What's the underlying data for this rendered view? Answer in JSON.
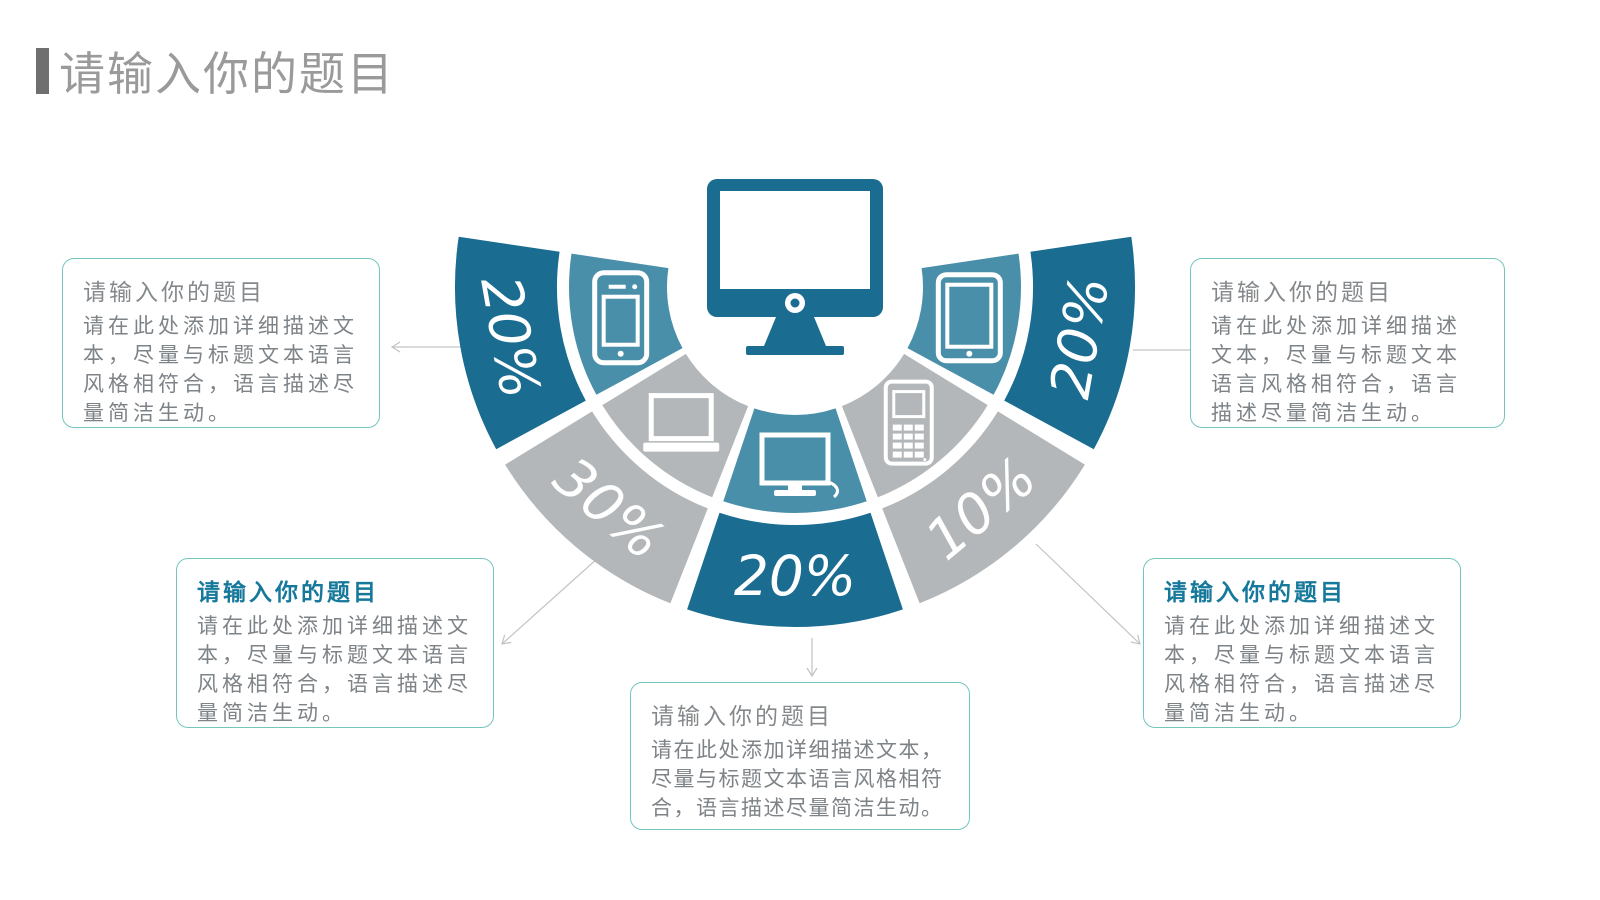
{
  "header": {
    "title": "请输入你的题目"
  },
  "colors": {
    "teal_dark": "#1a6c91",
    "teal_medium": "#4a8fa9",
    "gray": "#b4b7b9",
    "white": "#ffffff",
    "box_border": "#74c6bd",
    "box_title_gray": "#85898c",
    "box_title_teal": "#16799b",
    "body_text": "#7e8387",
    "connector": "#c2c4c4",
    "title_text": "#9a9a9a",
    "accent_bar": "#6f6f6f"
  },
  "fan": {
    "center_icon": "monitor-icon",
    "spokes": [
      {
        "position": "far-left",
        "icon": "smartphone-icon",
        "segment_color": "teal_medium",
        "percent": "20%",
        "percent_segment_color": "teal_dark"
      },
      {
        "position": "left",
        "icon": "laptop-icon",
        "segment_color": "gray",
        "percent": "30%",
        "percent_segment_color": "gray"
      },
      {
        "position": "center",
        "icon": "desktop-icon",
        "segment_color": "teal_medium",
        "percent": "20%",
        "percent_segment_color": "teal_dark"
      },
      {
        "position": "right",
        "icon": "feature-phone-icon",
        "segment_color": "gray",
        "percent": "10%",
        "percent_segment_color": "gray"
      },
      {
        "position": "far-right",
        "icon": "tablet-icon",
        "segment_color": "teal_medium",
        "percent": "20%",
        "percent_segment_color": "teal_dark"
      }
    ]
  },
  "boxes": [
    {
      "position": "top-left",
      "title": "请输入你的题目",
      "title_color": "gray",
      "body": "请在此处添加详细描述文本，尽量与标题文本语言风格相符合，语言描述尽量简洁生动。"
    },
    {
      "position": "top-right",
      "title": "请输入你的题目",
      "title_color": "gray",
      "body": "请在此处添加详细描述文本，尽量与标题文本语言风格相符合，语言描述尽量简洁生动。"
    },
    {
      "position": "bottom-left",
      "title": "请输入你的题目",
      "title_color": "teal",
      "body": "请在此处添加详细描述文本，尽量与标题文本语言风格相符合，语言描述尽量简洁生动。"
    },
    {
      "position": "bottom-right",
      "title": "请输入你的题目",
      "title_color": "teal",
      "body": "请在此处添加详细描述文本，尽量与标题文本语言风格相符合，语言描述尽量简洁生动。"
    },
    {
      "position": "bottom-center",
      "title": "请输入你的题目",
      "title_color": "gray",
      "body": "请在此处添加详细描述文本，尽量与标题文本语言风格相符合，语言描述尽量简洁生动。"
    }
  ]
}
